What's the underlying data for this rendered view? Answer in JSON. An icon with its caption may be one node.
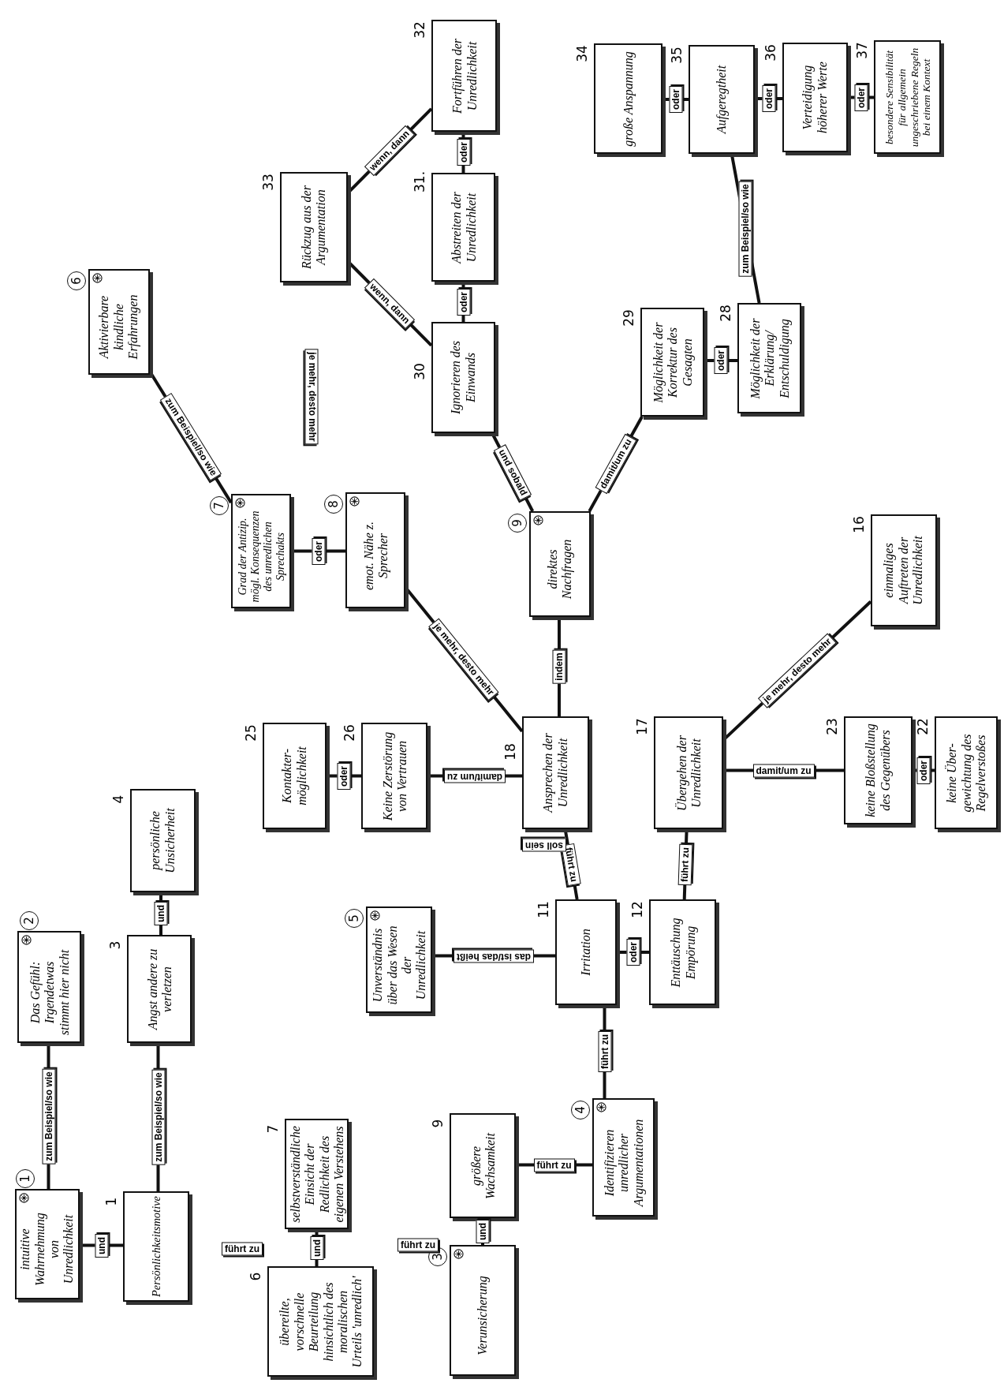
{
  "diagram": {
    "nodes": [
      {
        "text": [
          "Fortführen der Unredlichkeit"
        ],
        "beside": [
          "32"
        ]
      },
      {
        "text": [
          "große Anspannung"
        ],
        "beside": [
          "34"
        ]
      },
      {
        "text": [
          "Aufgeregtheit"
        ],
        "beside": [
          "35"
        ]
      },
      {
        "text": [
          "Verteidigung höherer Werte"
        ],
        "beside": [
          "36"
        ]
      },
      {
        "text": [
          "besondere Sensibilität für allgemein ungeschriebene Regeln bei einem Kontext"
        ],
        "beside": [
          "37"
        ]
      },
      {
        "text": [
          "Rückzug aus der Argumentation"
        ],
        "beside": [
          "33"
        ]
      },
      {
        "text": [
          "Abstreiten der Unredlichkeit"
        ],
        "beside": [
          "31."
        ]
      },
      {
        "text": [
          "Aktivierbare kindliche Erfahrungen"
        ],
        "beside": [
          "6"
        ]
      },
      {
        "text": [
          "Ignorieren des Einwands"
        ],
        "beside": [
          "30"
        ]
      },
      {
        "text": [
          "Möglichkeit der Korrektur des Gesagten"
        ],
        "beside": [
          "29"
        ]
      },
      {
        "text": [
          "Möglichkeit der Erklärung/ Entschuldigung"
        ],
        "beside": [
          "28"
        ]
      },
      {
        "text": [
          "Grad der Antizip. mögl. Konsequenzen des unredlichen Sprechakts"
        ],
        "beside": [
          "7"
        ]
      },
      {
        "text": [
          "emot. Nähe z. Sprecher"
        ],
        "beside": [
          "8"
        ]
      },
      {
        "text": [
          "direktes Nachfragen"
        ],
        "beside": [
          "9"
        ]
      },
      {
        "text": [
          "einmaliges Auftreten der Unredlichkeit"
        ],
        "beside": [
          "16"
        ]
      },
      {
        "text": [
          "Kontakter- möglichkeit"
        ],
        "beside": [
          "25"
        ]
      },
      {
        "text": [
          "Keine Zerstörung von Vertrauen"
        ],
        "beside": [
          "26"
        ]
      },
      {
        "text": [
          "Ansprechen der Unredlichkeit"
        ],
        "beside": [
          "18"
        ]
      },
      {
        "text": [
          "Übergehen der Unredlichkeit"
        ],
        "beside": [
          "17"
        ]
      },
      {
        "text": [
          "keine Bloßstellung des Gegenübers"
        ],
        "beside": [
          "23"
        ]
      },
      {
        "text": [
          "keine Über- gewichtung des Regelverstoßes"
        ],
        "beside": [
          "22"
        ]
      },
      {
        "text": [
          "persönliche Unsicherheit"
        ],
        "beside": [
          "4"
        ]
      },
      {
        "text": [
          "Unverständnis über das Wesen der Unredlichkeit"
        ],
        "beside": [
          "5"
        ]
      },
      {
        "text": [
          "Irritation"
        ],
        "beside": [
          "11"
        ]
      },
      {
        "text": [
          "Enttäuschung Empörung"
        ],
        "beside": [
          "12"
        ]
      },
      {
        "text": [
          "Das Gefühl: Irgendetwas stimmt hier nicht"
        ],
        "beside": [
          "2"
        ]
      },
      {
        "text": [
          "Angst andere zu verletzen"
        ],
        "beside": [
          "3"
        ]
      },
      {
        "text": [
          "Identifizieren unredlicher Argumentationen"
        ],
        "beside": [
          "4"
        ]
      },
      {
        "text": [
          "selbstverständliche Einsicht der Redlichkeit des eigenen Verstehens"
        ],
        "beside": [
          "7"
        ]
      },
      {
        "text": [
          "größere Wachsamkeit"
        ],
        "beside": [
          "9"
        ]
      },
      {
        "text": [
          "intuitive Wahrnehmung von Unredlichkeit"
        ],
        "beside": [
          "1"
        ]
      },
      {
        "text": [
          "Persönlichkeitsmotive"
        ],
        "beside": [
          "1"
        ]
      },
      {
        "text": [
          "übereilte, vorschnelle Beurteilung hinsichtlich des moralischen Urteils 'unredlich'"
        ],
        "beside": [
          "6"
        ]
      },
      {
        "text": [
          "Verunsicherung"
        ],
        "beside": [
          "3"
        ]
      }
    ],
    "edges": [
      {
        "from": 30,
        "to": 25,
        "arrow": "none",
        "label": "zum Beispiel/so wie"
      },
      {
        "from": 30,
        "to": 31,
        "arrow": "none",
        "label": "und"
      },
      {
        "from": 31,
        "to": 26,
        "arrow": "none",
        "label": "zum Beispiel/so wie"
      },
      {
        "from": 26,
        "to": 21,
        "arrow": "none",
        "label": "und"
      },
      {
        "from": 28,
        "to": 32,
        "arrow": "none",
        "label": "und"
      },
      {
        "from": 33,
        "to": 29,
        "arrow": "none",
        "label": "und"
      },
      {
        "from": 29,
        "to": 27,
        "arrow": "none",
        "label": "führt zu"
      },
      {
        "from": 23,
        "to": 27,
        "arrow": "none",
        "label": "führt zu"
      },
      {
        "from": 23,
        "to": 24,
        "arrow": "none",
        "label": "oder"
      },
      {
        "from": 22,
        "to": 23,
        "arrow": "none",
        "label": "das ist/das heißt"
      },
      {
        "from": 23,
        "to": 17,
        "arrow": "none",
        "label": "führt zu"
      },
      {
        "from": 24,
        "to": 18,
        "arrow": "none",
        "label": "führt zu"
      },
      {
        "from": 15,
        "to": 16,
        "arrow": "none",
        "label": "oder"
      },
      {
        "from": 16,
        "to": 17,
        "arrow": "none",
        "label": "damit/um zu"
      },
      {
        "from": 18,
        "to": 19,
        "arrow": "none",
        "label": "damit/um zu"
      },
      {
        "from": 19,
        "to": 20,
        "arrow": "none",
        "label": "oder"
      },
      {
        "from": 18,
        "to": 14,
        "arrow": "none",
        "label": "je mehr, desto mehr"
      },
      {
        "from": 17,
        "to": 13,
        "arrow": "none",
        "label": "indem"
      },
      {
        "from": 17,
        "to": 12,
        "arrow": "none",
        "label": "je mehr, desto mehr"
      },
      {
        "from": 11,
        "to": 12,
        "arrow": "none",
        "label": "oder"
      },
      {
        "from": 11,
        "to": 7,
        "arrow": "none",
        "label": "zum Beispiel/so wie"
      },
      {
        "from": 13,
        "to": 8,
        "arrow": "none",
        "label": "und sobald"
      },
      {
        "from": 13,
        "to": 9,
        "arrow": "none",
        "label": "damit/um zu"
      },
      {
        "from": 9,
        "to": 10,
        "arrow": "none",
        "label": "oder"
      },
      {
        "from": 8,
        "to": 6,
        "arrow": "none",
        "label": "oder"
      },
      {
        "from": 6,
        "to": 0,
        "arrow": "none",
        "label": "oder"
      },
      {
        "from": 5,
        "to": 0,
        "arrow": "none",
        "label": "wenn, dann"
      },
      {
        "from": 5,
        "to": 8,
        "arrow": "none",
        "label": "wenn, dann"
      },
      {
        "from": 10,
        "to": 2,
        "arrow": "none",
        "label": "zum Beispiel/so wie"
      },
      {
        "from": 1,
        "to": 2,
        "arrow": "none",
        "label": "oder"
      },
      {
        "from": 2,
        "to": 3,
        "arrow": "none",
        "label": "oder"
      },
      {
        "from": 3,
        "to": 4,
        "arrow": "none",
        "label": "oder"
      }
    ],
    "labels": [
      "je mehr, desto mehr",
      "soll sein",
      "führt zu",
      "führt zu"
    ]
  }
}
